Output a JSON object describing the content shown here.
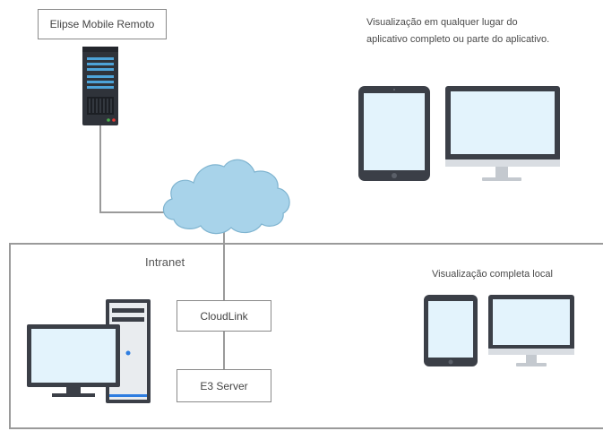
{
  "remote_server": {
    "label": "Elipse Mobile Remoto"
  },
  "remote_caption": {
    "line1": "Visualização em qualquer lugar do",
    "line2": "aplicativo completo ou parte do aplicativo."
  },
  "intranet": {
    "label": "Intranet"
  },
  "local_caption": "Visualização completa local",
  "nodes": {
    "cloudlink": "CloudLink",
    "e3server": "E3 Server"
  },
  "colors": {
    "line": "#9a9a9a",
    "cloud": "#a8d3ea",
    "cloud_stroke": "#7fb4d0",
    "device_dark": "#3b3f47",
    "screen": "#e3f3fc"
  }
}
